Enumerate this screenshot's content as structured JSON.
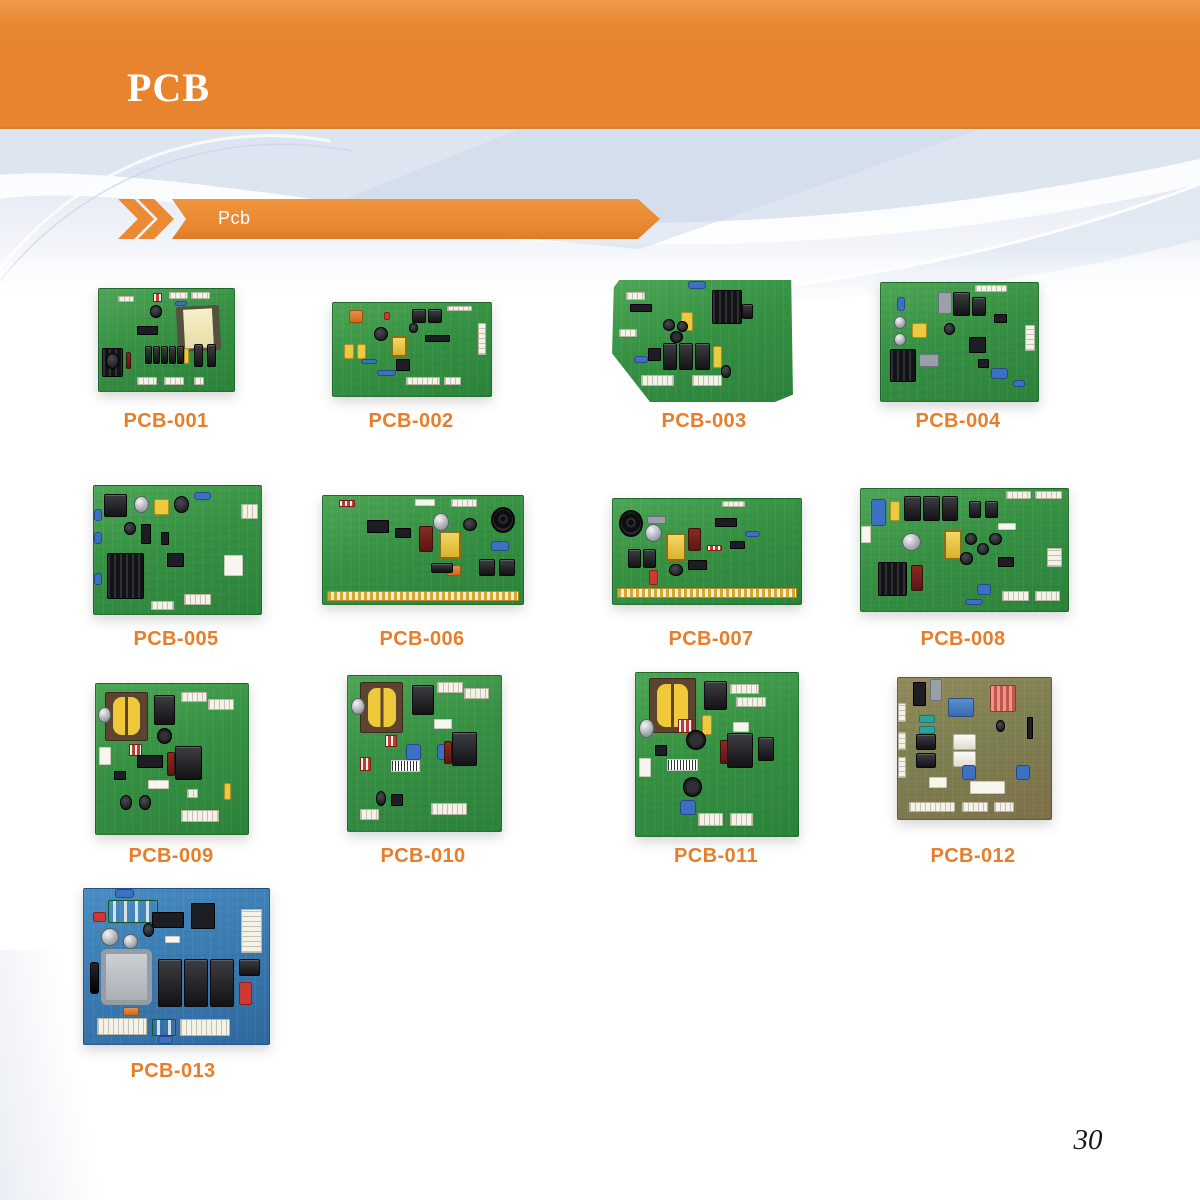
{
  "page": {
    "header_title": "PCB",
    "section_banner": "Pcb",
    "page_number": "30"
  },
  "colors": {
    "header_orange": "#E8832E",
    "banner_orange": "#EC8A33",
    "label_orange": "#E87D2A",
    "board_green": "#3F9B4A",
    "board_brown": "#8A7F52",
    "board_blue": "#3A7AB0"
  },
  "products": [
    {
      "label": "PCB-001",
      "board_color": "#3F9B4A"
    },
    {
      "label": "PCB-002",
      "board_color": "#3F9B4A"
    },
    {
      "label": "PCB-003",
      "board_color": "#3F9B4A"
    },
    {
      "label": "PCB-004",
      "board_color": "#3F9B4A"
    },
    {
      "label": "PCB-005",
      "board_color": "#3F9B4A"
    },
    {
      "label": "PCB-006",
      "board_color": "#3F9B4A"
    },
    {
      "label": "PCB-007",
      "board_color": "#3F9B4A"
    },
    {
      "label": "PCB-008",
      "board_color": "#3F9B4A"
    },
    {
      "label": "PCB-009",
      "board_color": "#3F9B4A"
    },
    {
      "label": "PCB-010",
      "board_color": "#3F9B4A"
    },
    {
      "label": "PCB-011",
      "board_color": "#3F9B4A"
    },
    {
      "label": "PCB-012",
      "board_color": "#8A7F52"
    },
    {
      "label": "PCB-013",
      "board_color": "#3A7AB0"
    }
  ]
}
